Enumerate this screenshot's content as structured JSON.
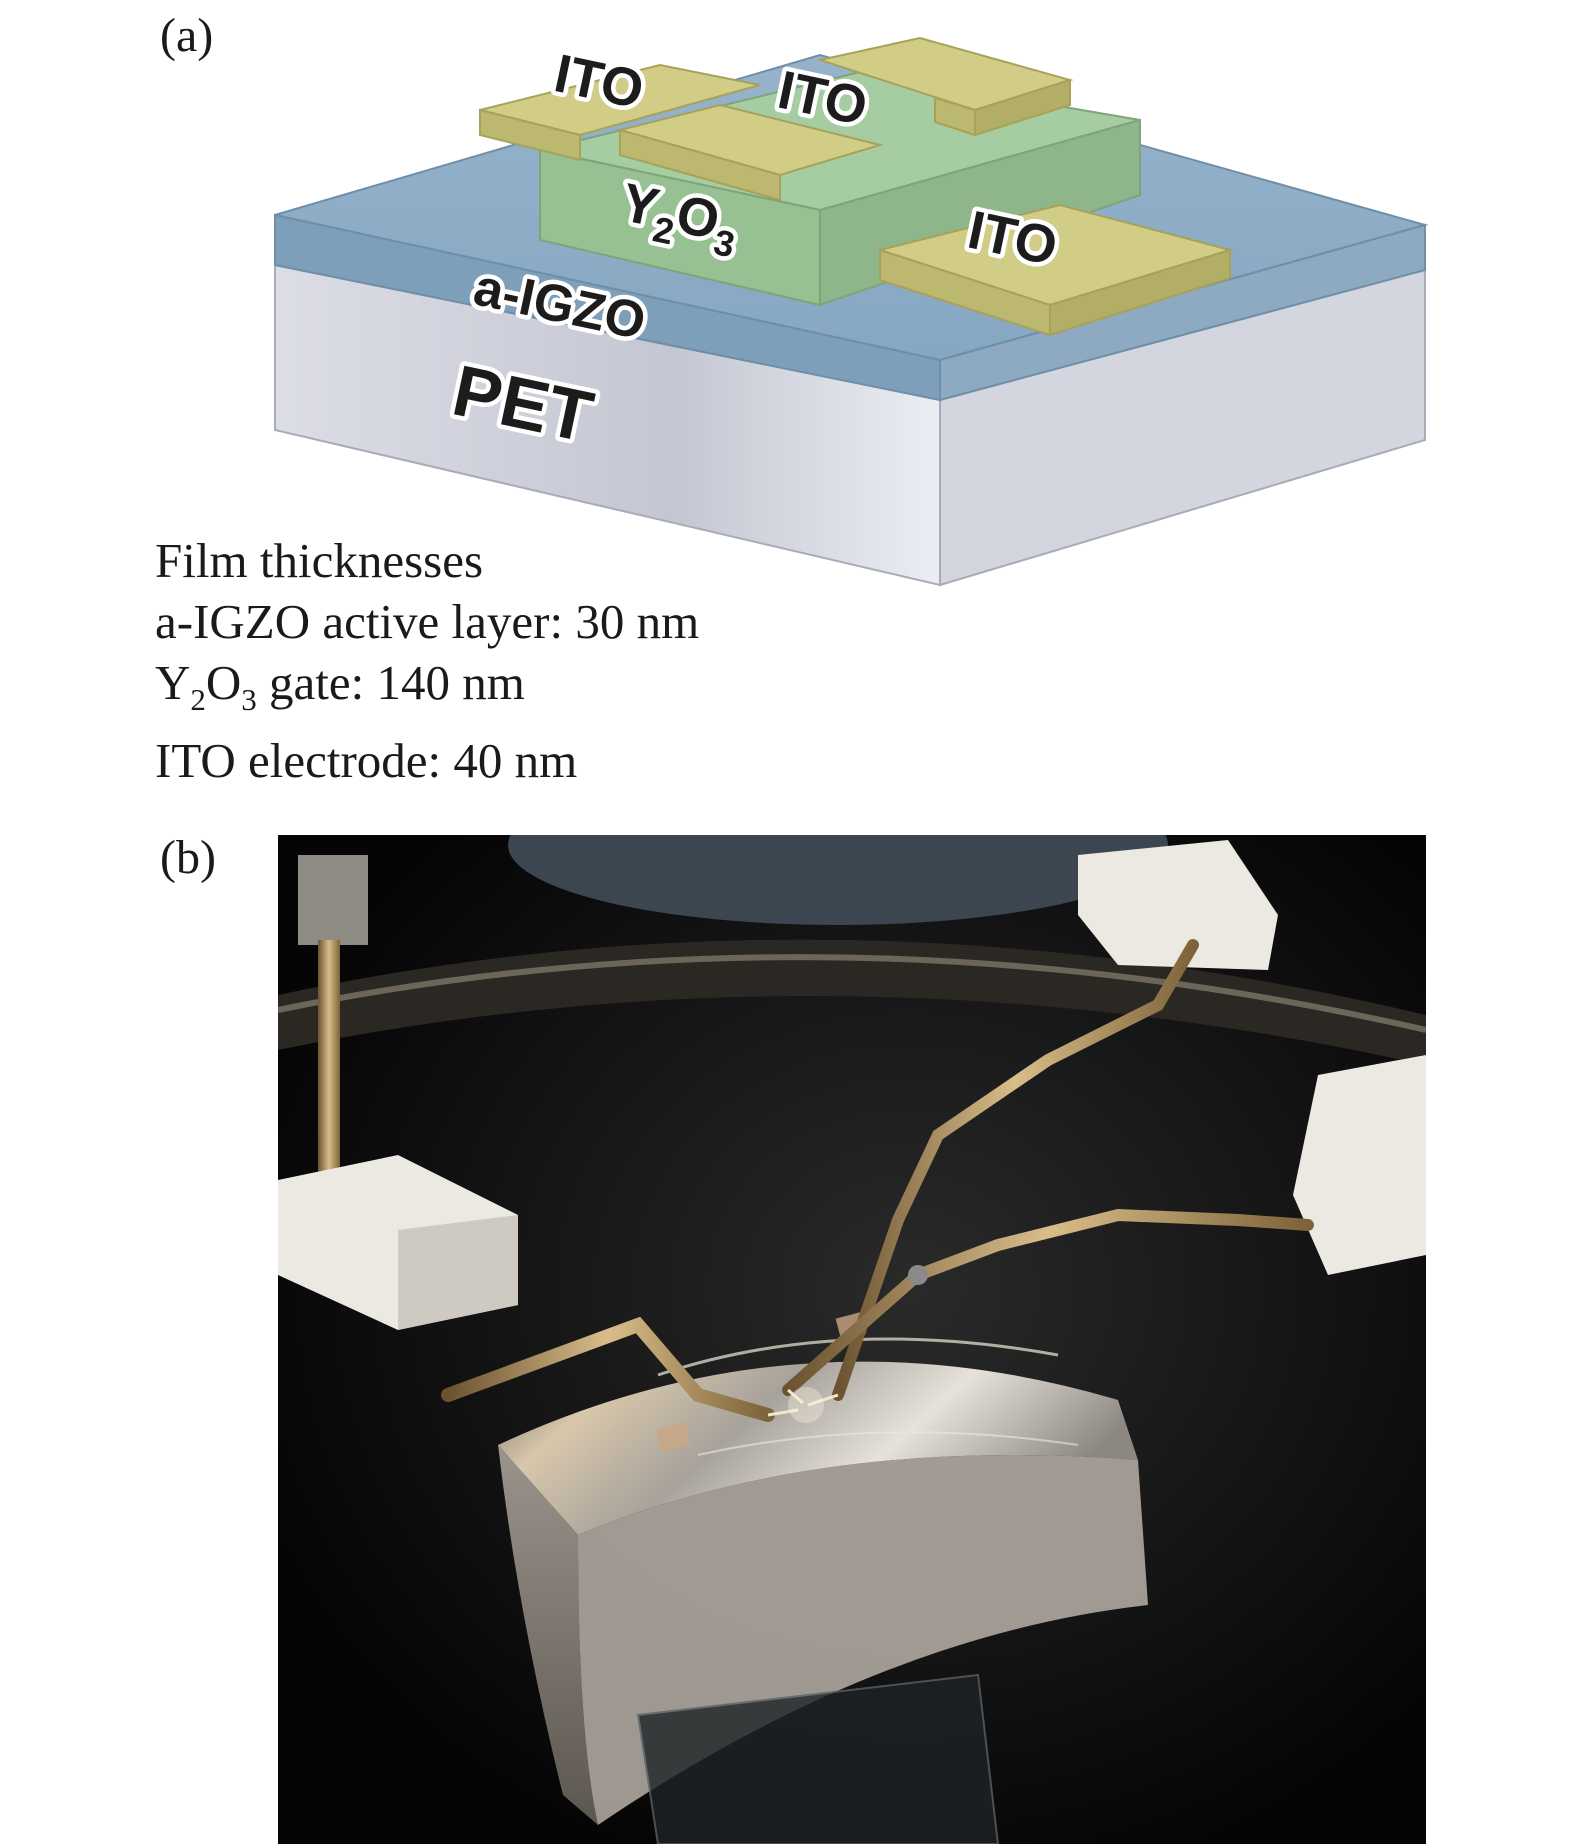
{
  "panel_a": {
    "label": "(a)",
    "layers": {
      "ito_1": "ITO",
      "ito_2": "ITO",
      "ito_3": "ITO",
      "gate_main": "Y",
      "gate_sub1": "2",
      "gate_o": "O",
      "gate_sub2": "3",
      "active": "a-IGZO",
      "substrate": "PET"
    },
    "colors": {
      "ito": "#c9c47a",
      "y2o3": "#9ec79a",
      "igzo": "#8fb0c9",
      "pet": "#c9cbd6"
    },
    "thickness": {
      "heading": "Film thicknesses",
      "igzo": "a-IGZO active layer: 30 nm",
      "y2o3_main": "Y",
      "y2o3_sub1": "2",
      "y2o3_o": "O",
      "y2o3_sub2": "3",
      "y2o3_rest": " gate: 140 nm",
      "ito": "ITO electrode: 40 nm"
    }
  },
  "panel_b": {
    "label": "(b)"
  }
}
